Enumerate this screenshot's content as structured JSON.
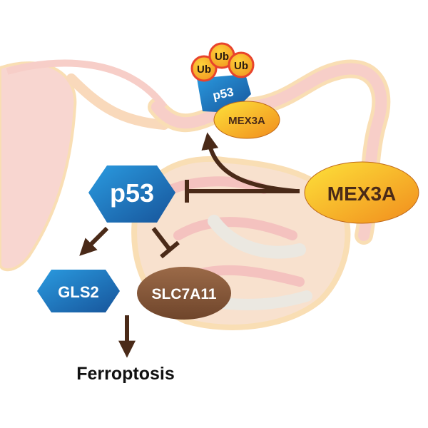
{
  "nodes": {
    "ub1": "Ub",
    "ub2": "Ub",
    "ub3": "Ub",
    "p53_ubiquitinated": "p53",
    "mex3a_small": "MEX3A",
    "p53_main": "p53",
    "mex3a_main": "MEX3A",
    "gls2": "GLS2",
    "slc7a11": "SLC7A11",
    "ferroptosis": "Ferroptosis"
  },
  "colors": {
    "p53_blue": "#1f73c4",
    "mex3a_orange": "#f6a51e",
    "ub_red": "#e8442c",
    "slc7a11_brown": "#8a5a3c",
    "arrow_brown": "#4a2a18",
    "organ_pink": "#f6c6bf"
  }
}
